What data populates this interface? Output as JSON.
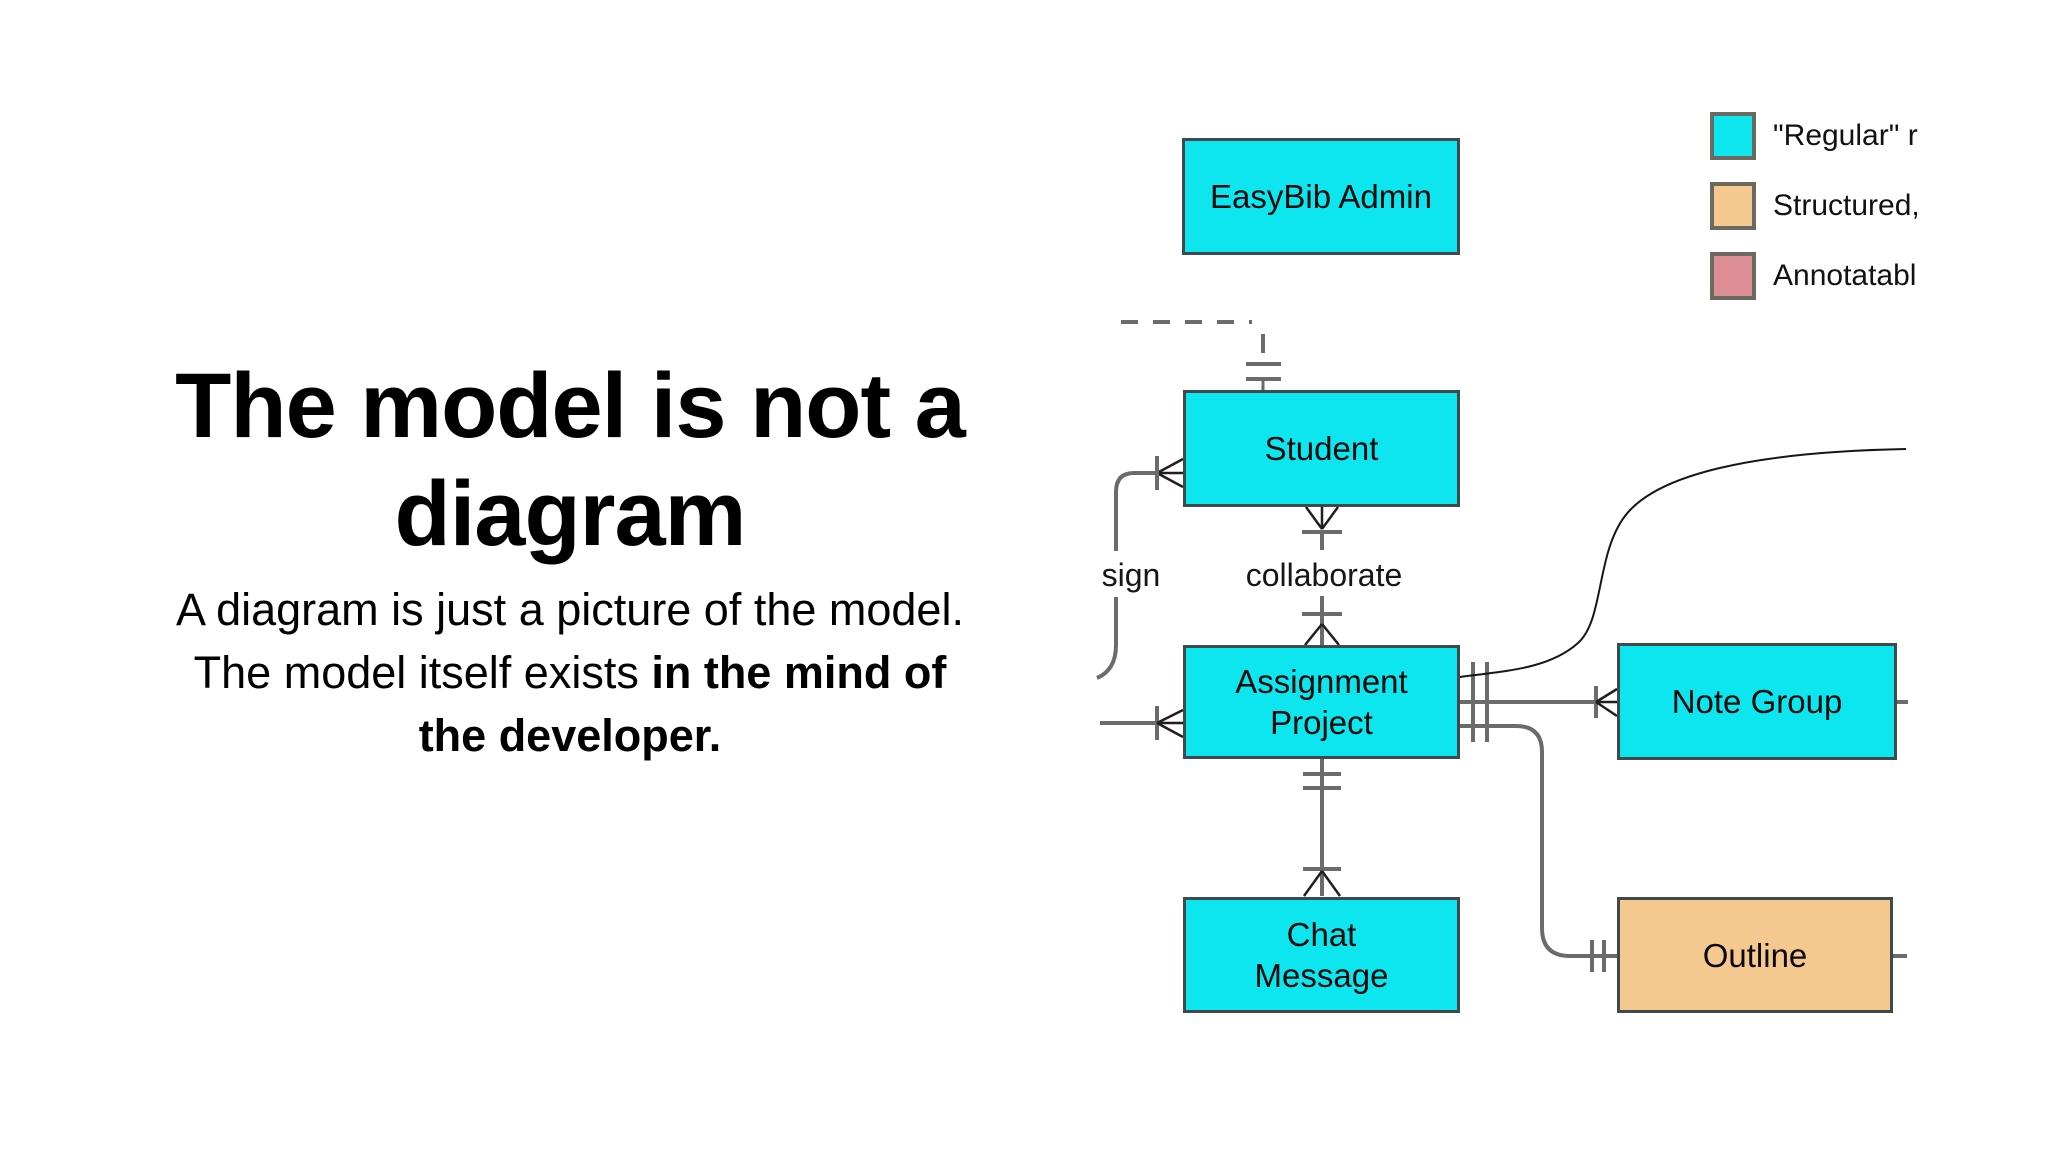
{
  "slide": {
    "title": {
      "line1": "The model is not a",
      "line2": "diagram"
    },
    "subtitle": {
      "line1": "A diagram is just a picture of the model.",
      "line2_normal": "The model itself exists ",
      "line2_bold": "in the mind of",
      "line3_bold": "the developer."
    }
  },
  "diagram": {
    "entities": {
      "easybib": {
        "label": "EasyBib Admin"
      },
      "student": {
        "label": "Student"
      },
      "assignment": {
        "label": "Assignment\nProject"
      },
      "notegroup": {
        "label": "Note Group"
      },
      "chat": {
        "label": "Chat\nMessage"
      },
      "outline": {
        "label": "Outline"
      }
    },
    "relationship_labels": {
      "sign": "sign",
      "collaborate": "collaborate"
    },
    "legend": {
      "items": [
        {
          "label": "\"Regular\" r",
          "color": "#0de6ef"
        },
        {
          "label": "Structured,",
          "color": "#f5c88f"
        },
        {
          "label": "Annotatabl",
          "color": "#dd8d96"
        }
      ]
    },
    "colors": {
      "regular_fill": "#0de6ef",
      "structured_fill": "#f5c88f",
      "annotatable_fill": "#dd8d96",
      "line_gray": "#6b6b6b",
      "line_black": "#1f1f1f"
    }
  }
}
